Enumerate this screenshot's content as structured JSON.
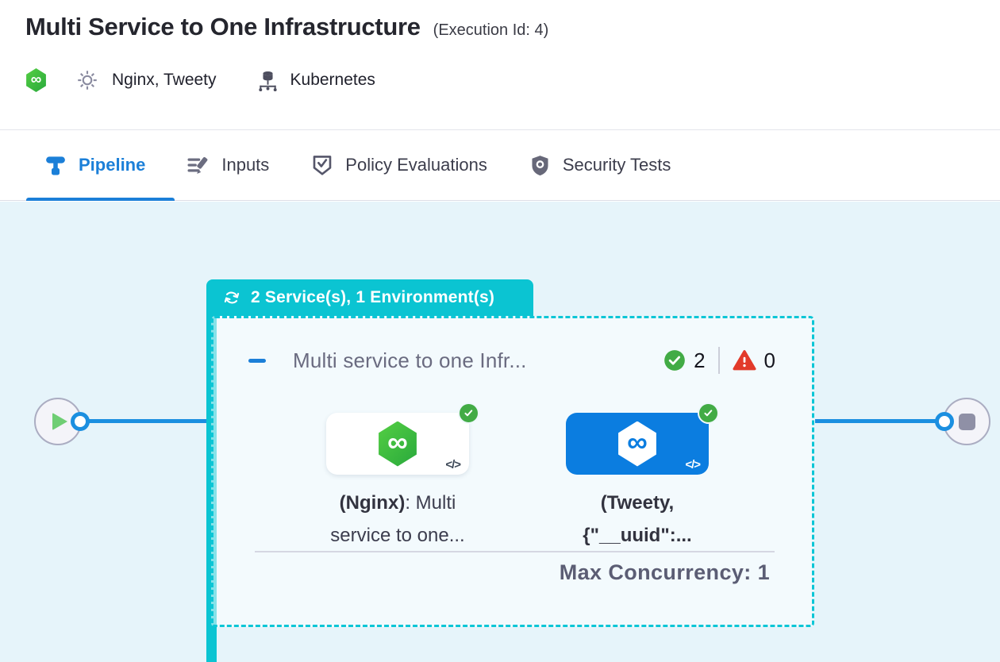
{
  "header": {
    "title": "Multi Service to One Infrastructure",
    "execution_id": "(Execution Id: 4)",
    "services_label": "Nginx, Tweety",
    "infrastructure_label": "Kubernetes"
  },
  "tabs": [
    {
      "label": "Pipeline",
      "active": true
    },
    {
      "label": "Inputs",
      "active": false
    },
    {
      "label": "Policy Evaluations",
      "active": false
    },
    {
      "label": "Security Tests",
      "active": false
    }
  ],
  "pipeline": {
    "stage_badge": "2 Service(s), 1 Environment(s)",
    "stage_title": "Multi service to one Infr...",
    "success_count": "2",
    "failed_count": "0",
    "services": [
      {
        "name_bold": "(Nginx)",
        "name_rest": ": Multi",
        "line2": "service to one...",
        "selected": false
      },
      {
        "name_bold": "(Tweety,",
        "name_rest": "",
        "line2": "{\"__uuid\":...",
        "selected": true
      }
    ],
    "max_concurrency": "Max Concurrency: 1",
    "code_icon": "</>",
    "infinity_glyph": "∞"
  },
  "colors": {
    "teal": "#0bc4d2",
    "accent_blue": "#1b7fd8",
    "card_blue": "#0b7de0",
    "connector_blue": "#1b8fe0",
    "success_green": "#42ab45",
    "error_red": "#e23a2a",
    "canvas_bg": "#e6f4fa"
  }
}
